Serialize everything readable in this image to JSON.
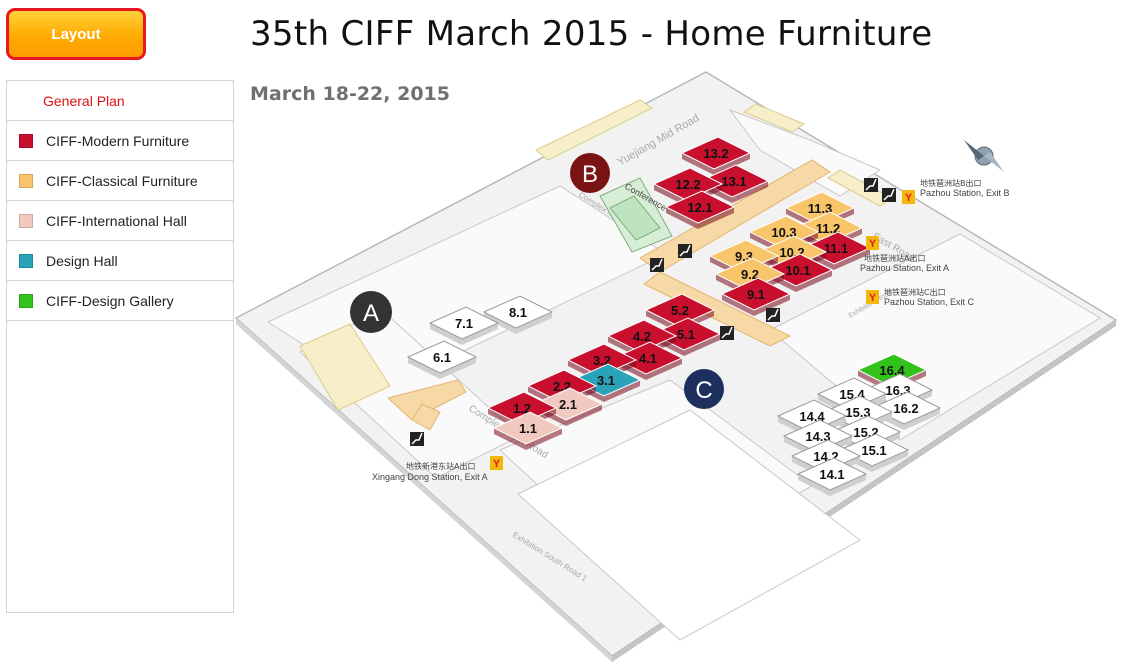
{
  "layout_button": "Layout",
  "title": "35th CIFF March 2015 - Home Furniture",
  "date": "March 18-22, 2015",
  "legend": {
    "head": "General Plan",
    "items": [
      {
        "label": "CIFF-Modern Furniture",
        "color": "#c8102e"
      },
      {
        "label": "CIFF-Classical Furniture",
        "color": "#f9c56a"
      },
      {
        "label": "CIFF-International Hall",
        "color": "#f2c9c0"
      },
      {
        "label": "Design Hall",
        "color": "#2aa3b8"
      },
      {
        "label": "CIFF-Design Gallery",
        "color": "#33c21c"
      }
    ]
  },
  "map": {
    "areas": [
      "A",
      "B",
      "C"
    ],
    "roads": [
      "Yuejiang Mid Road",
      "Complex Mid Road",
      "Complex West Road",
      "Exhibition South Road 1",
      "Exhibition Road",
      "East Road"
    ],
    "conference": "Conference",
    "stations": [
      {
        "cn": "地铁琶洲站B出口",
        "en": "Pazhou Station, Exit B"
      },
      {
        "cn": "地铁琶洲站A出口",
        "en": "Pazhou Station, Exit A"
      },
      {
        "cn": "地铁琶洲站C出口",
        "en": "Pazhou Station, Exit C"
      },
      {
        "cn": "地铁新港东站A出口",
        "en": "Xingang Dong Station, Exit A"
      }
    ],
    "halls": [
      {
        "id": "13.2",
        "color": "#c8102e"
      },
      {
        "id": "13.1",
        "color": "#c8102e"
      },
      {
        "id": "12.2",
        "color": "#c8102e"
      },
      {
        "id": "12.1",
        "color": "#c8102e"
      },
      {
        "id": "11.3",
        "color": "#f9c56a"
      },
      {
        "id": "11.2",
        "color": "#f9c56a"
      },
      {
        "id": "11.1",
        "color": "#c8102e"
      },
      {
        "id": "10.3",
        "color": "#f9c56a"
      },
      {
        "id": "10.2",
        "color": "#f9c56a"
      },
      {
        "id": "10.1",
        "color": "#c8102e"
      },
      {
        "id": "9.3",
        "color": "#f9c56a"
      },
      {
        "id": "9.2",
        "color": "#f9c56a"
      },
      {
        "id": "9.1",
        "color": "#c8102e"
      },
      {
        "id": "8.1",
        "color": "#ffffff"
      },
      {
        "id": "7.1",
        "color": "#ffffff"
      },
      {
        "id": "6.1",
        "color": "#ffffff"
      },
      {
        "id": "5.2",
        "color": "#c8102e"
      },
      {
        "id": "5.1",
        "color": "#c8102e"
      },
      {
        "id": "4.2",
        "color": "#c8102e"
      },
      {
        "id": "4.1",
        "color": "#c8102e"
      },
      {
        "id": "3.2",
        "color": "#c8102e"
      },
      {
        "id": "3.1",
        "color": "#2aa3b8"
      },
      {
        "id": "2.2",
        "color": "#c8102e"
      },
      {
        "id": "2.1",
        "color": "#f2c9c0"
      },
      {
        "id": "1.2",
        "color": "#c8102e"
      },
      {
        "id": "1.1",
        "color": "#f2c9c0"
      },
      {
        "id": "16.4",
        "color": "#33c21c"
      },
      {
        "id": "16.3",
        "color": "#ffffff"
      },
      {
        "id": "16.2",
        "color": "#ffffff"
      },
      {
        "id": "15.4",
        "color": "#ffffff"
      },
      {
        "id": "15.3",
        "color": "#ffffff"
      },
      {
        "id": "15.2",
        "color": "#ffffff"
      },
      {
        "id": "15.1",
        "color": "#ffffff"
      },
      {
        "id": "14.4",
        "color": "#ffffff"
      },
      {
        "id": "14.3",
        "color": "#ffffff"
      },
      {
        "id": "14.2",
        "color": "#ffffff"
      },
      {
        "id": "14.1",
        "color": "#ffffff"
      }
    ]
  }
}
